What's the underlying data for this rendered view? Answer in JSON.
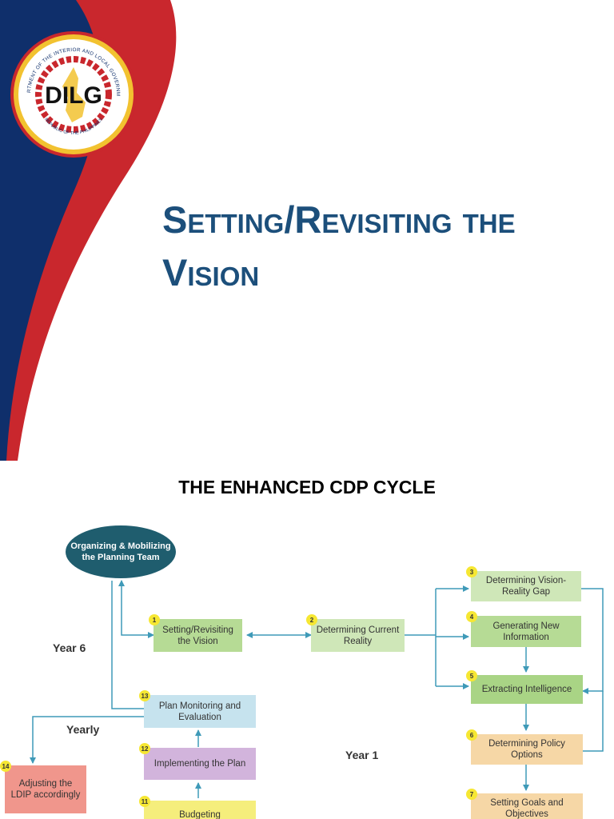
{
  "slide1": {
    "logo_text": "DILG",
    "seal_top_text": "DEPARTMENT OF THE INTERIOR AND LOCAL GOVERNMENT",
    "seal_bottom_text": "REPUBLIC OF THE PHILIPPINES",
    "title_line1": "Setting/Revisiting the",
    "title_line2": "Vision",
    "colors": {
      "navy": "#0f2f6b",
      "red": "#c9272d",
      "title": "#1c4f7b",
      "seal_gold": "#f2c230"
    }
  },
  "slide2": {
    "title": "THE ENHANCED CDP CYCLE",
    "organizing": "Organizing & Mobilizing the Planning Team",
    "year6": "Year 6",
    "yearly": "Yearly",
    "year1": "Year 1",
    "steps": [
      {
        "num": "1",
        "label": "Setting/Revisiting the Vision"
      },
      {
        "num": "2",
        "label": "Determining Current Reality"
      },
      {
        "num": "3",
        "label": "Determining Vision-Reality Gap"
      },
      {
        "num": "4",
        "label": "Generating New Information"
      },
      {
        "num": "5",
        "label": "Extracting Intelligence"
      },
      {
        "num": "6",
        "label": "Determining Policy Options"
      },
      {
        "num": "7",
        "label": "Setting Goals and Objectives"
      },
      {
        "num": "11",
        "label": "Budgeting"
      },
      {
        "num": "12",
        "label": "Implementing the Plan"
      },
      {
        "num": "13",
        "label": "Plan Monitoring and Evaluation"
      },
      {
        "num": "14",
        "label": "Adjusting the LDIP accordingly"
      }
    ]
  }
}
